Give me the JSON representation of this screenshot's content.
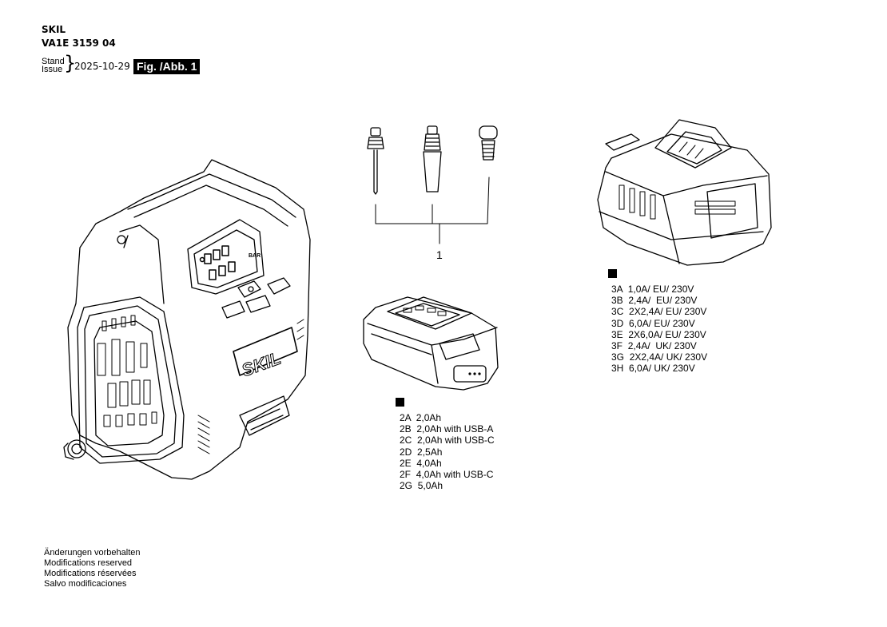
{
  "header": {
    "brand": "SKIL",
    "doc_number": "VA1E 3159 04",
    "stand_label": "Stand",
    "issue_label": "Issue",
    "brace": "}",
    "date": "2025-10-29",
    "figure_label": "Fig. /Abb. 1"
  },
  "callouts": {
    "accessories_number": "1"
  },
  "batteries": [
    {
      "code": "2A",
      "desc": "2,0Ah"
    },
    {
      "code": "2B",
      "desc": "2,0Ah with USB-A"
    },
    {
      "code": "2C",
      "desc": "2,0Ah with USB-C"
    },
    {
      "code": "2D",
      "desc": "2,5Ah"
    },
    {
      "code": "2E",
      "desc": "4,0Ah"
    },
    {
      "code": "2F",
      "desc": "4,0Ah with USB-C"
    },
    {
      "code": "2G",
      "desc": "5,0Ah"
    }
  ],
  "chargers": [
    {
      "code": "3A",
      "desc": "1,0A/ EU/ 230V"
    },
    {
      "code": "3B",
      "desc": "2,4A/  EU/ 230V"
    },
    {
      "code": "3C",
      "desc": "2X2,4A/ EU/ 230V"
    },
    {
      "code": "3D",
      "desc": "6,0A/ EU/ 230V"
    },
    {
      "code": "3E",
      "desc": "2X6,0A/ EU/ 230V"
    },
    {
      "code": "3F",
      "desc": "2,4A/  UK/ 230V"
    },
    {
      "code": "3G",
      "desc": "2X2,4A/ UK/ 230V"
    },
    {
      "code": "3H",
      "desc": "6,0A/ UK/ 230V"
    }
  ],
  "device": {
    "logo_text": "SKIL",
    "display_unit": "BAR"
  },
  "footer": {
    "lines": [
      "Änderungen vorbehalten",
      "Modifications reserved",
      "Modifications réservées",
      "Salvo modificaciones"
    ]
  }
}
